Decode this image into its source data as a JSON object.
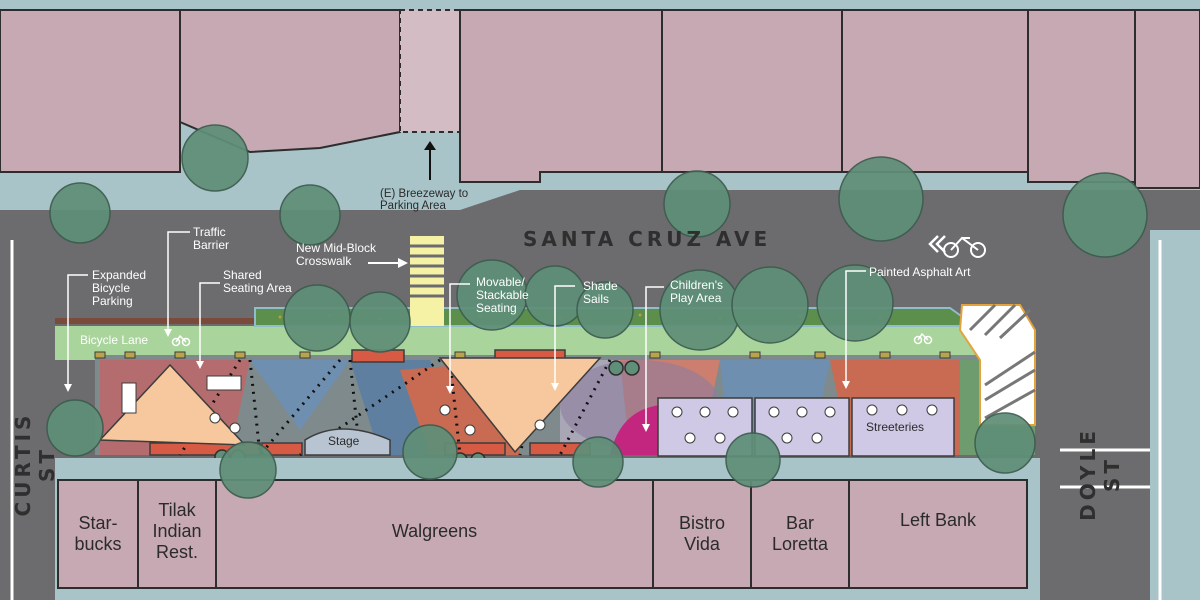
{
  "streets": {
    "main": "SANTA CRUZ AVE",
    "west": "CURTIS ST",
    "east": "DOYLE ST"
  },
  "labels": {
    "breezeway": "(E) Breezeway to\nParking Area",
    "crosswalk": "New Mid-Block\nCrosswalk",
    "traffic_barrier": "Traffic\nBarrier",
    "bicycle_parking": "Expanded\nBicycle\nParking",
    "shared_seating": "Shared\nSeating Area",
    "movable_seating": "Movable/\nStackable\nSeating",
    "shade_sails": "Shade\nSails",
    "play_area": "Children's\nPlay Area",
    "asphalt_art": "Painted Asphalt Art",
    "bicycle_lane": "Bicycle Lane",
    "stage": "Stage",
    "streeteries": "Streeteries"
  },
  "storefronts": [
    "Star-\nbucks",
    "Tilak\nIndian\nRest.",
    "Walgreens",
    "Bistro\nVida",
    "Bar\nLoretta",
    "Left Bank"
  ],
  "icons": [
    "bicycle-icon",
    "bicycle-icon",
    "bicycle-icon",
    "arrow-up-icon",
    "arrow-right-icon"
  ],
  "colors": {
    "building": "#c6a9b3",
    "road": "#6c6b6d",
    "sidewalk": "#a8c4c8",
    "bike_lane": "#a9d49c",
    "planter": "#5c8e4c",
    "tree": "#5f8f78",
    "shade_sail": "#f7c89e",
    "streetery": "#cfc9e6",
    "barrier": "#d65a44"
  }
}
